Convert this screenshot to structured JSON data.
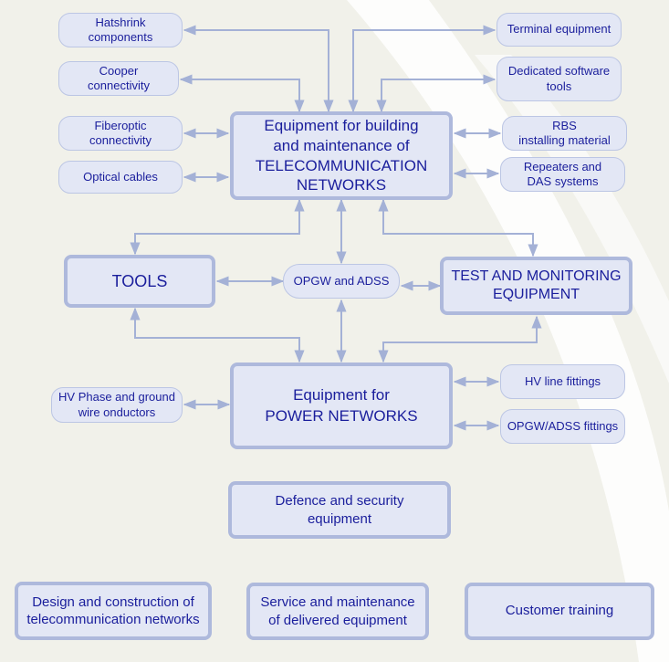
{
  "nodes": {
    "hatshrink": "Hatshrink\ncomponents",
    "cooper": "Cooper\nconnectivity",
    "fiberoptic": "Fiberoptic\nconnectivity",
    "optical_cables": "Optical cables",
    "terminal": "Terminal equipment",
    "software": "Dedicated software\ntools",
    "rbs": "RBS\ninstalling material",
    "repeaters": "Repeaters and\nDAS systems",
    "telecom": "Equipment for building\nand maintenance of\nTELECOMMUNICATION\nNETWORKS",
    "tools": "TOOLS",
    "opgw_adss": "OPGW and ADSS",
    "test_monitoring": "TEST AND MONITORING\nEQUIPMENT",
    "hv_phase": "HV Phase and ground\nwire onductors",
    "power": "Equipment for\nPOWER NETWORKS",
    "hv_line": "HV line fittings",
    "opgw_fittings": "OPGW/ADSS fittings",
    "defence": "Defence and security\nequipment",
    "design": "Design and construction of\ntelecommunication networks",
    "service": "Service and maintenance\nof delivered equipment",
    "training": "Customer training"
  },
  "colors": {
    "background": "#f1f1ea",
    "box_fill": "#e3e7f5",
    "box_border": "#aeb9dc",
    "text": "#1a1e9c",
    "arrow": "#a4b1d6"
  },
  "connections": [
    [
      "hatshrink",
      "telecom"
    ],
    [
      "cooper",
      "telecom"
    ],
    [
      "fiberoptic",
      "telecom"
    ],
    [
      "optical_cables",
      "telecom"
    ],
    [
      "terminal",
      "telecom"
    ],
    [
      "software",
      "telecom"
    ],
    [
      "rbs",
      "telecom"
    ],
    [
      "repeaters",
      "telecom"
    ],
    [
      "telecom",
      "tools"
    ],
    [
      "telecom",
      "opgw_adss"
    ],
    [
      "telecom",
      "test_monitoring"
    ],
    [
      "tools",
      "opgw_adss"
    ],
    [
      "opgw_adss",
      "test_monitoring"
    ],
    [
      "tools",
      "power"
    ],
    [
      "opgw_adss",
      "power"
    ],
    [
      "test_monitoring",
      "power"
    ],
    [
      "hv_phase",
      "power"
    ],
    [
      "power",
      "hv_line"
    ],
    [
      "power",
      "opgw_fittings"
    ]
  ]
}
